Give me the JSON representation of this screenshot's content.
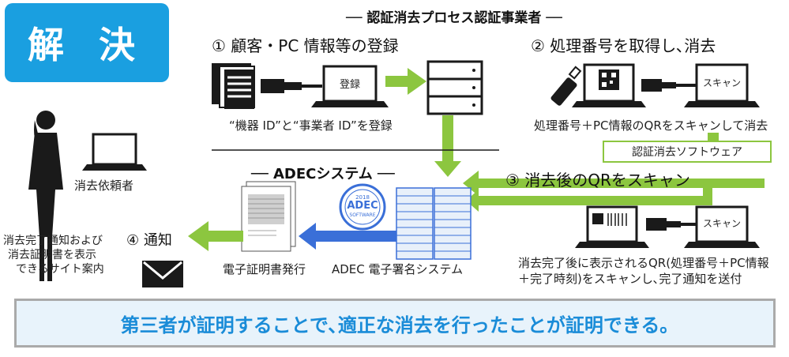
{
  "badge": {
    "label": "解 決"
  },
  "header": {
    "title": "── 認証消去プロセス認証事業者 ──"
  },
  "steps": {
    "step1": {
      "title": "① 顧客・PC 情報等の登録",
      "laptop_screen": "登録",
      "caption": "“機器 ID”と“事業者 ID”を登録"
    },
    "step2": {
      "title": "② 処理番号を取得し､消去",
      "scanner_label": "スキャン",
      "caption": "処理番号＋PC情報のQRをスキャンして消去",
      "software_label": "認証消去ソフトウェア"
    },
    "step3": {
      "title": "③ 消去後のQRをスキャン",
      "scanner_label": "スキャン",
      "caption_line1": "消去完了後に表示されるQR(処理番号＋PC情報",
      "caption_line2": "＋完了時刻)をスキャンし､完了通知を送付"
    },
    "step4": {
      "title": "④ 通知",
      "caption_line1": "消去完了通知および",
      "caption_line2": "消去証明書を表示",
      "caption_line3": "できるサイト案内"
    }
  },
  "requester": {
    "label": "消去依頼者"
  },
  "adec": {
    "system_title": "── ADECシステム ──",
    "certificate_caption": "電子証明書発行",
    "signature_caption": "ADEC 電子署名システム",
    "logo_year": "2018",
    "logo_text": "ADEC",
    "logo_sub": "SOFTWARE"
  },
  "conclusion": {
    "text": "第三者が証明することで､適正な消去を行ったことが証明できる｡"
  },
  "colors": {
    "accent_blue": "#1a9fe0",
    "arrow_green": "#8cc63f",
    "arrow_blue": "#3a6fd8",
    "conclusion_text": "#1a8cd8"
  }
}
